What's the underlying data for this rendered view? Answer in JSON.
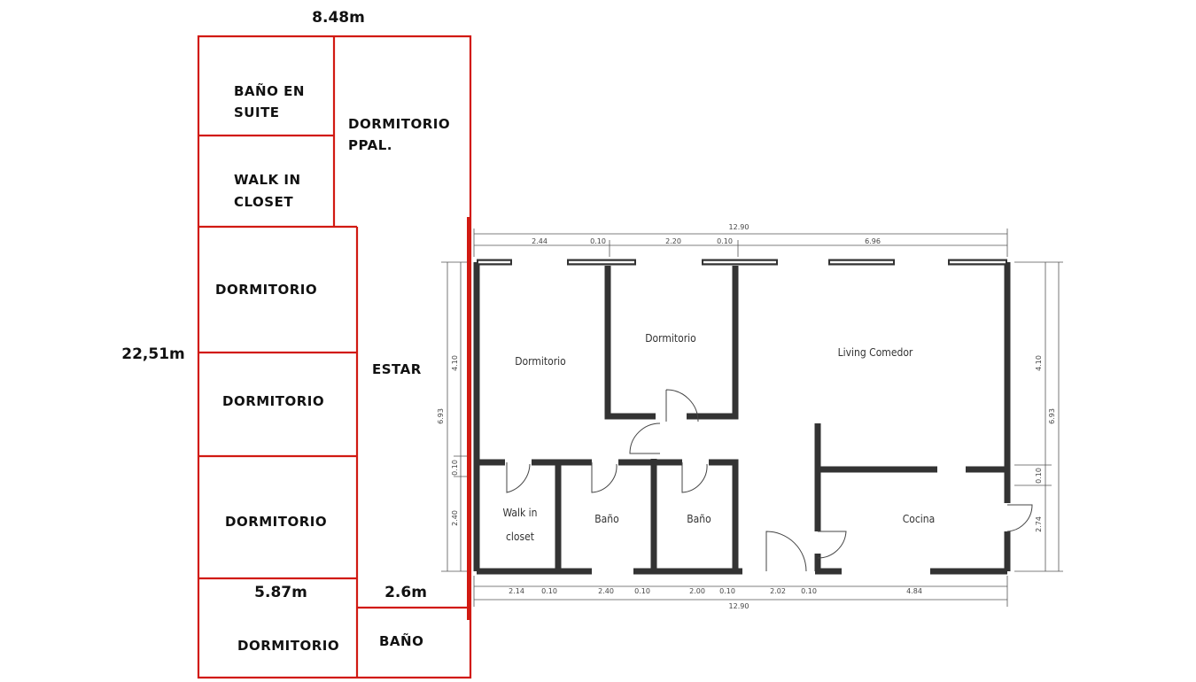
{
  "sketch": {
    "dims": {
      "top_width": "8.48m",
      "total_length": "22,51m",
      "bedroom_width": "5.87m",
      "bath_width": "2.6m"
    },
    "rooms": {
      "bano_suite": [
        "BAÑO EN",
        "SUITE"
      ],
      "walk_in": [
        "WALK IN",
        "CLOSET"
      ],
      "dorm_ppal": [
        "DORMITORIO",
        "PPAL."
      ],
      "dorm_1": "DORMITORIO",
      "dorm_2": "DORMITORIO",
      "dorm_3": "DORMITORIO",
      "dorm_4": "DORMITORIO",
      "estar": "ESTAR",
      "bano": "BAÑO"
    }
  },
  "plan": {
    "rooms": {
      "dormitorio_a": "Dormitorio",
      "dormitorio_b": "Dormitorio",
      "living": "Living Comedor",
      "walk_in": [
        "Walk in",
        "closet"
      ],
      "bano_1": "Baño",
      "bano_2": "Baño",
      "cocina": "Cocina"
    },
    "dims_top": {
      "total": "12.90",
      "d1": "2.44",
      "g1": "0.10",
      "d2": "2.20",
      "g2": "0.10",
      "d3": "6.96"
    },
    "dims_bottom": {
      "total": "12.90",
      "d1": "2.14",
      "g1": "0.10",
      "d2": "2.40",
      "g2": "0.10",
      "d3": "2.00",
      "g3": "0.10",
      "d4": "2.02",
      "g4": "0.10",
      "d5": "4.84"
    },
    "dims_left": {
      "total": "6.93",
      "d1": "4.10",
      "d2": "0.10",
      "d3": "2.40"
    },
    "dims_right": {
      "total": "6.93",
      "d1": "4.10",
      "d2": "0.10",
      "d3": "2.74"
    }
  }
}
